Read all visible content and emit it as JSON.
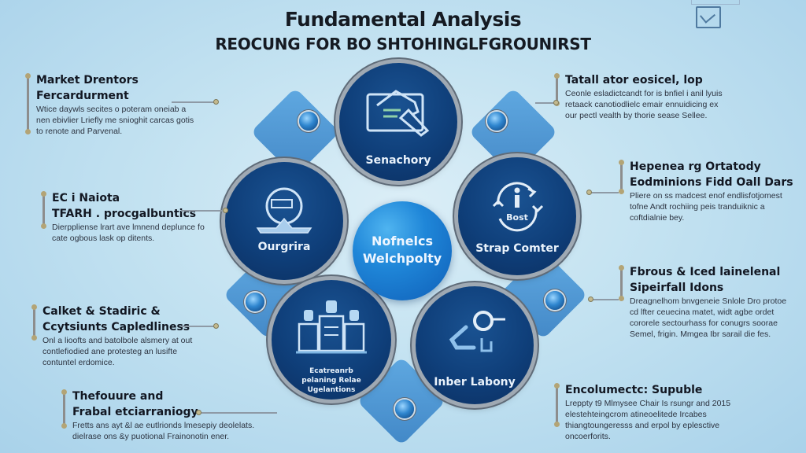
{
  "header": {
    "title": "Fundamental Analysis",
    "subtitle": "REOCUNG FOR BO SHTOHINGLFGROUNIRST"
  },
  "center": {
    "line1": "Nofnelcs",
    "line2": "Welchpolty"
  },
  "nodes": [
    {
      "id": "top",
      "label": "Senachory",
      "icon": "house-with-search-icon"
    },
    {
      "id": "left",
      "label": "Ourgrira",
      "icon": "globe-on-laptop-icon"
    },
    {
      "id": "right",
      "label": "Strap Comter",
      "icon": "info-cycle-icon",
      "icon_text": "Bost"
    },
    {
      "id": "bottom-left",
      "label": "Ecatreanrb pelaning Relae Ugelantions",
      "icon": "people-org-chart-icon"
    },
    {
      "id": "bottom-right",
      "label": "Inber Labony",
      "icon": "gear-pipeline-icon"
    }
  ],
  "left_blocks": [
    {
      "title_lines": [
        "Market Drentors",
        "Fercardurment"
      ],
      "body": "Wtice daywls secites o poteram oneiab a nen ebivlier Lriefly me snioghit carcas gotis to renote and Parvenal."
    },
    {
      "title_lines": [
        "EC i Naiota",
        "TFARH . procgalbuntics"
      ],
      "body": "Dierppliense lrart ave lmnend deplunce fo cate ogbous lask op ditents."
    },
    {
      "title_lines": [
        "Calket & Stadiric &",
        "Ccytsiunts Capledliness"
      ],
      "body": "Onl a lioofts and batolbole alsmery at out contlefiodied ane protesteg an lusifte contuntel erdomice."
    },
    {
      "title_lines": [
        "Thefouure and",
        "Frabal etciarraniogy"
      ],
      "body": "Fretts ans ayt &l ae eutlrionds lmesepiy deolelats. dielrase ons &y puotional Frainonotin ener."
    }
  ],
  "right_blocks": [
    {
      "title_lines": [
        "Tatall ator eosicel, lop"
      ],
      "body": "Ceonle esladictcandt for is bnfiel i anil lyuis retaack canotiodlielc emair ennuidicing ex our pectl vealth by thorie sease Sellee."
    },
    {
      "title_lines": [
        "Hepenea rg Ortatody",
        "Eodminions Fidd Oall Dars"
      ],
      "body": "Pliere on ss madcest enof endlisfotjomest tofne Andt rochiing peis tranduiknic a coftdialnie bey."
    },
    {
      "title_lines": [
        "Fbrous & Iced lainelenal",
        "Sipeirfall Idons"
      ],
      "body": "Dreagnelhom bnvgeneie Snlole Dro protoe cd lfter ceuecina matet, widt agbe ordet cororele sectourhass for conugrs soorae Semel, frigin. Mmgea Ibr sarail die fes."
    },
    {
      "title_lines": [
        "Encolumectc: Supuble"
      ],
      "body": "Lreppty t9 Mlmysee Chair Is rsungr and 2015 elestehteingcrom atineoelitede Ircabes thiangtoungeresss and erpol by eplesctive oncoerforits."
    }
  ],
  "colors": {
    "background": "#c3e2f1",
    "node_fill": "#0f3f7a",
    "center_fill": "#1f86d8",
    "ring": "#9fa9b3",
    "text_dark": "#151a22"
  }
}
